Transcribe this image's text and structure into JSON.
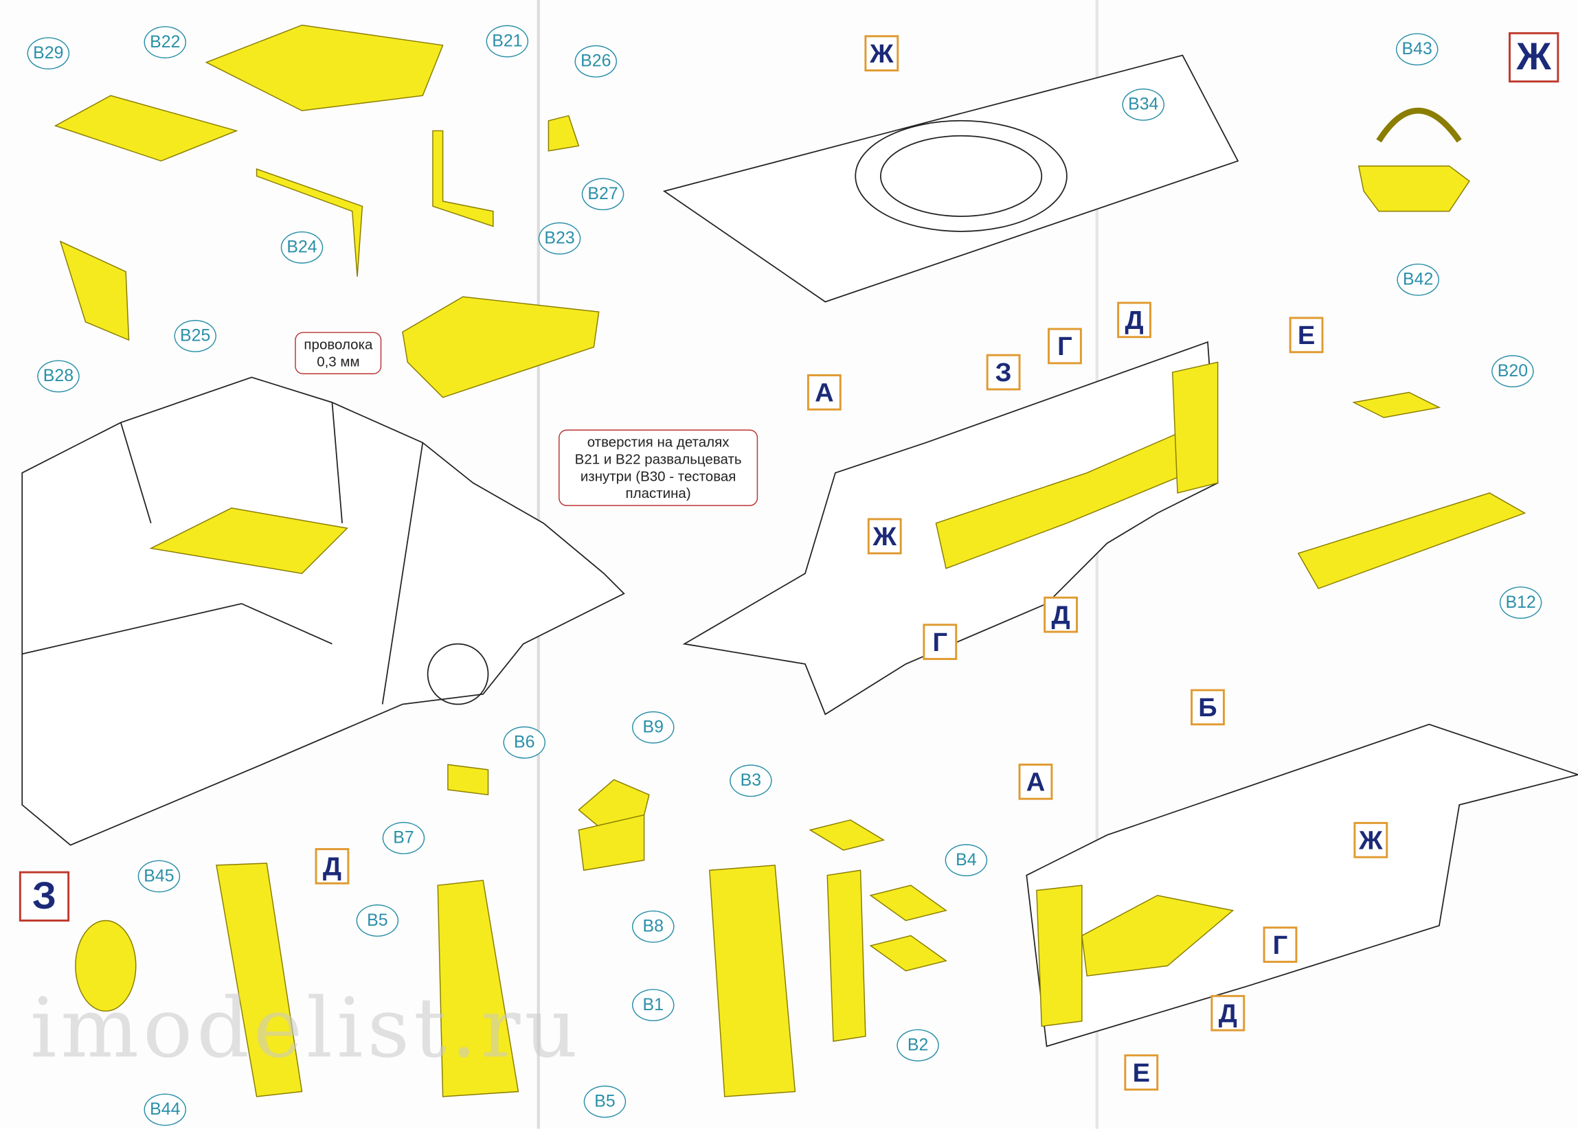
{
  "part_labels": [
    "B29",
    "B22",
    "B21",
    "B26",
    "B27",
    "B23",
    "B24",
    "B25",
    "B28",
    "B43",
    "B34",
    "B42",
    "B20",
    "B12",
    "B9",
    "B6",
    "B3",
    "B7",
    "B45",
    "B4",
    "B5",
    "B8",
    "B1",
    "B2",
    "B5",
    "B44"
  ],
  "step_labels": {
    "zh": "Ж",
    "a": "А",
    "z": "З",
    "g": "Г",
    "d": "Д",
    "e": "Е",
    "b": "Б"
  },
  "notes": {
    "wire_line1": "проволока",
    "wire_line2": "0,3 мм",
    "holes_line1": "отверстия на деталях",
    "holes_line2": "B21 и B22 развальцевать",
    "holes_line3": "изнутри (B30 - тестовая",
    "holes_line4": "пластина)"
  },
  "watermark": "imodelist.ru",
  "colors": {
    "part": "#f5ea1e",
    "label": "#2a8fa8",
    "step": "#1b2a78",
    "border": "#e09a30"
  }
}
